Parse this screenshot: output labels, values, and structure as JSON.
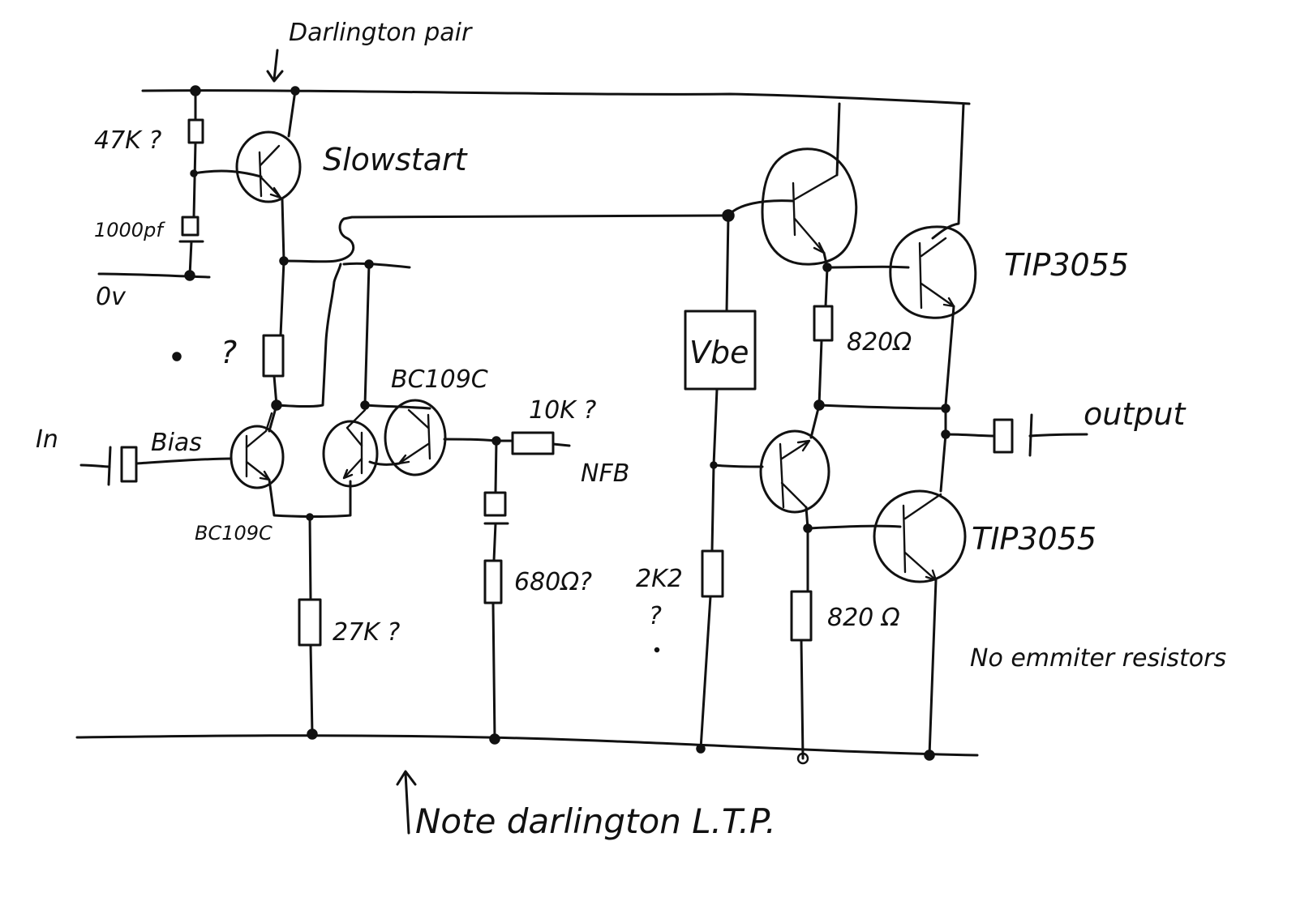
{
  "diagram": {
    "labels": {
      "darlington_pair": "Darlington pair",
      "r47k": "47K ?",
      "slowstart": "Slowstart",
      "c1000pf": "1000pf",
      "zero_v": "0v",
      "question_left": "?",
      "bc109c_top": "BC109C",
      "bc109c_bottom": "BC109C",
      "input": "In",
      "bias": "Bias",
      "r10k": "10K ?",
      "nfb": "NFB",
      "r680": "680Ω?",
      "r27k": "27K ?",
      "vbe": "Vbe",
      "r2k2": "2K2",
      "question_2k2": "?",
      "tip3055_upper": "TIP3055",
      "tip3055_lower": "TIP3055",
      "r820_upper": "820Ω",
      "r820_lower": "820 Ω",
      "output": "output",
      "no_emitter": "No emmiter resistors",
      "note_ltp": "Note darlington L.T.P."
    }
  }
}
